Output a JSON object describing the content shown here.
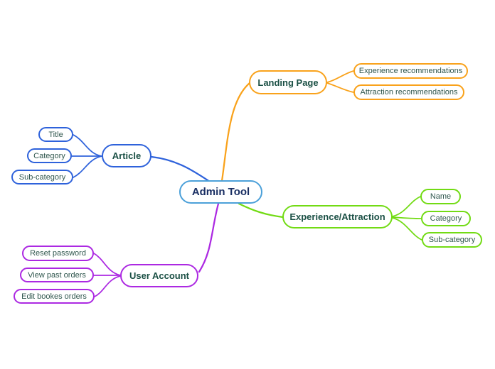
{
  "root": {
    "label": "Admin Tool"
  },
  "branches": [
    {
      "label": "Landing Page",
      "color": "#F9A21B",
      "children": [
        {
          "label": "Experience recommendations"
        },
        {
          "label": "Attraction recommendations"
        }
      ]
    },
    {
      "label": "Article",
      "color": "#2E62DB",
      "children": [
        {
          "label": "Title"
        },
        {
          "label": "Category"
        },
        {
          "label": "Sub-category"
        }
      ]
    },
    {
      "label": "Experience/Attraction",
      "color": "#72DB14",
      "children": [
        {
          "label": "Name"
        },
        {
          "label": "Category"
        },
        {
          "label": "Sub-category"
        }
      ]
    },
    {
      "label": "User Account",
      "color": "#AC29E2",
      "children": [
        {
          "label": "Reset password"
        },
        {
          "label": "View past orders"
        },
        {
          "label": "Edit bookes orders"
        }
      ]
    }
  ],
  "colors": {
    "root_border": "#4BA0D9",
    "root_text": "#1A2F63",
    "branch_text": "#1B5045",
    "child_text": "#2F564D",
    "background": "#FFFFFF"
  }
}
